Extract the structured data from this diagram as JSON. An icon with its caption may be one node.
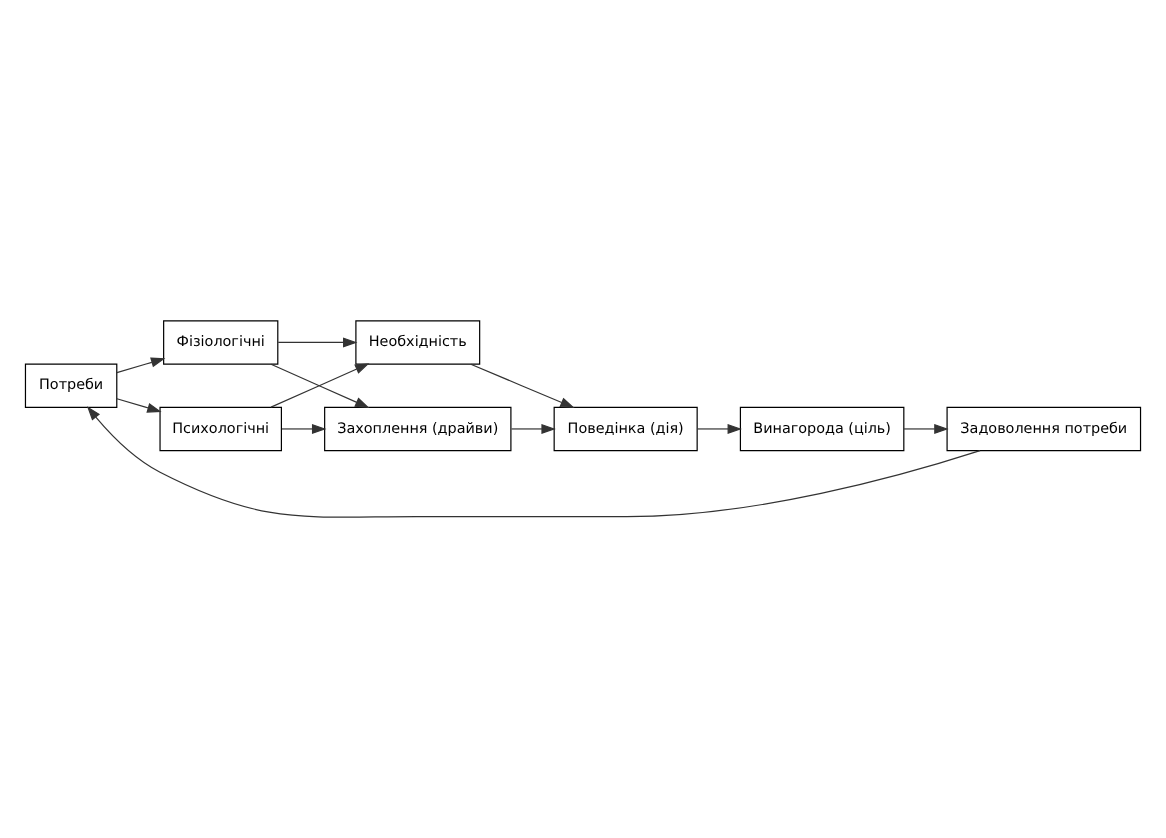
{
  "diagram": {
    "nodes": [
      {
        "text": [
          "Потреби"
        ]
      },
      {
        "text": [
          "Фізіологічні"
        ]
      },
      {
        "text": [
          "Психологічні"
        ]
      },
      {
        "text": [
          "Необхідність"
        ]
      },
      {
        "text": [
          "Захоплення (драйви)"
        ]
      },
      {
        "text": [
          "Поведінка (дія)"
        ]
      },
      {
        "text": [
          "Винагорода (ціль)"
        ]
      },
      {
        "text": [
          "Задоволення потреби"
        ]
      }
    ],
    "edges": [
      {
        "from": 0,
        "to": 1,
        "arrow": "to"
      },
      {
        "from": 0,
        "to": 2,
        "arrow": "to"
      },
      {
        "from": 1,
        "to": 3,
        "arrow": "to"
      },
      {
        "from": 1,
        "to": 4,
        "arrow": "to"
      },
      {
        "from": 2,
        "to": 3,
        "arrow": "to"
      },
      {
        "from": 2,
        "to": 4,
        "arrow": "to"
      },
      {
        "from": 3,
        "to": 5,
        "arrow": "to"
      },
      {
        "from": 4,
        "to": 5,
        "arrow": "to"
      },
      {
        "from": 5,
        "to": 6,
        "arrow": "to"
      },
      {
        "from": 6,
        "to": 7,
        "arrow": "to"
      },
      {
        "from": 7,
        "to": 0,
        "arrow": "to"
      }
    ]
  }
}
